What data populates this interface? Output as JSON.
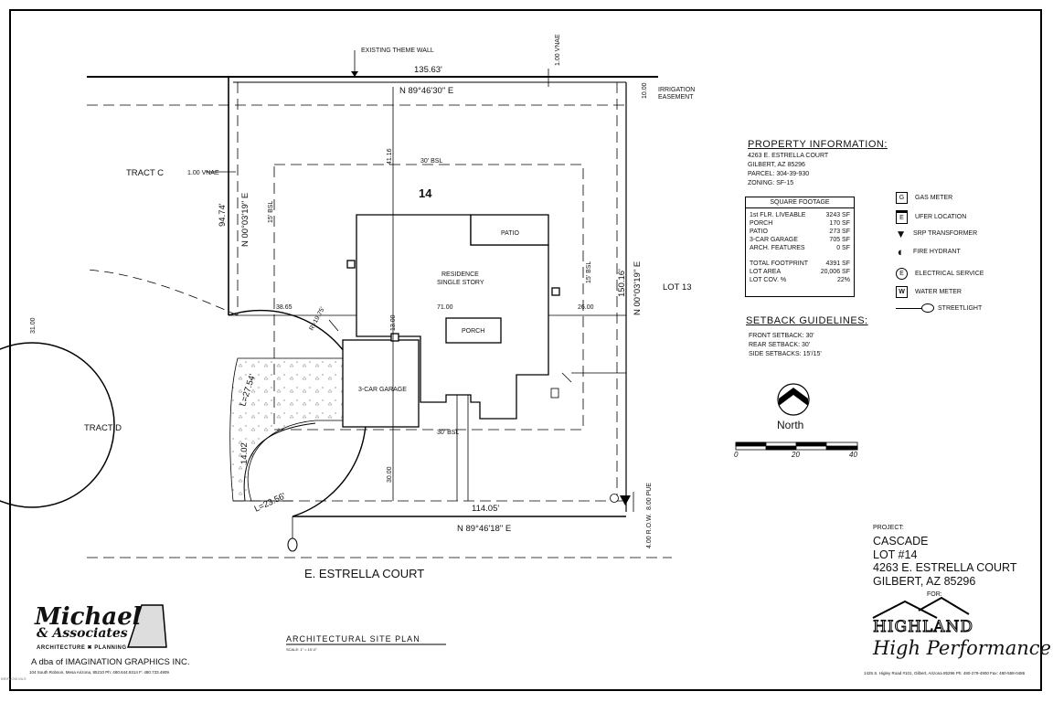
{
  "plan": {
    "existing_wall": "EXISTING THEME WALL",
    "vnae_top": "1.00 VNAE",
    "irrigation": "IRRIGATION",
    "easement": "EASEMENT",
    "dim_10": "10.00",
    "north_len": "135.63'",
    "north_bearing": "N 89°46'30\" E",
    "tract_c": "TRACT C",
    "vnae_left": "1.00 VNAE",
    "dim_9474": "94.74'",
    "west_bearing": "N 00°03'19\" E",
    "bsl_30_rear": "30' BSL",
    "bsl_15_left": "15' BSL",
    "lot_number": "14",
    "dim_4116": "41.16",
    "patio": "PATIO",
    "residence": "RESIDENCE",
    "single_story": "SINGLE STORY",
    "bsl_15_right": "15' BSL",
    "east_len": "150.16'",
    "east_bearing": "N 00°03'19\" E",
    "lot_13": "LOT 13",
    "dim_3865": "38.65",
    "dim_7100": "71.00",
    "dim_2600": "26.00",
    "dim_13": "13.00",
    "porch": "PORCH",
    "garage": "3-CAR GARAGE",
    "dim_3100": "31.00",
    "tract_d": "TRACT D",
    "curve_1": "L=27.54'",
    "dim_1402": "14.02",
    "bsl_30_front": "30' BSL",
    "dim_30": "30.00",
    "curve_2": "L=23.56'",
    "south_len": "114.05'",
    "south_bearing": "N 89°46'18\" E",
    "pue": "8.00 PUE",
    "row": "4.00 R.O.W.",
    "street": "E. ESTRELLA COURT",
    "plan_title": "ARCHITECTURAL SITE PLAN",
    "scale": "SCALE: 1\" = 10'-0\"",
    "north_label": "North",
    "scale_0": "0",
    "scale_20": "20",
    "scale_40": "40"
  },
  "property": {
    "title": "PROPERTY INFORMATION:",
    "lines": [
      "4263 E. ESTRELLA COURT",
      "GILBERT, AZ 85296",
      "PARCEL: 304-39-930",
      "ZONING: SF-15"
    ]
  },
  "sqft": {
    "title": "SQUARE FOOTAGE",
    "rows": [
      {
        "label": "1st FLR. LIVEABLE",
        "value": "3243 SF"
      },
      {
        "label": "PORCH",
        "value": "170 SF"
      },
      {
        "label": "PATIO",
        "value": "273 SF"
      },
      {
        "label": "3-CAR GARAGE",
        "value": "705 SF"
      },
      {
        "label": "ARCH. FEATURES",
        "value": "0 SF"
      }
    ],
    "rows2": [
      {
        "label": "TOTAL FOOTPRINT",
        "value": "4391 SF"
      },
      {
        "label": "LOT AREA",
        "value": "20,006 SF"
      },
      {
        "label": "LOT COV. %",
        "value": "22%"
      }
    ]
  },
  "setback": {
    "title": "SETBACK GUIDELINES:",
    "lines": [
      "FRONT SETBACK: 30'",
      "REAR SETBACK: 30'",
      "SIDE SETBACKS: 15'/15'"
    ]
  },
  "legend": [
    {
      "glyph": "G",
      "label": "GAS METER"
    },
    {
      "glyph": "E",
      "label": "UFER LOCATION"
    },
    {
      "glyph": "▼",
      "label": "SRP TRANSFORMER"
    },
    {
      "glyph": "◐",
      "label": "FIRE HYDRANT"
    },
    {
      "glyph": "E",
      "label": "ELECTRICAL SERVICE"
    },
    {
      "glyph": "W",
      "label": "WATER METER"
    },
    {
      "glyph": "",
      "label": "STREETLIGHT"
    }
  ],
  "project": {
    "label": "PROJECT:",
    "lines": [
      "CASCADE",
      "LOT #14",
      "4263 E. ESTRELLA COURT",
      "GILBERT, AZ 85296"
    ],
    "for": "FOR:"
  },
  "architect": {
    "name1": "Michael",
    "name2": "& Associates",
    "sub": "ARCHITECTURE ✖ PLANNING",
    "dba": "A dba of IMAGINATION GRAPHICS INC.",
    "address": "104 South Robson, Mesa Arizona, 85210   Ph: 480.644.9314   F: 480.733.4909"
  },
  "builder": {
    "name": "HIGHLAND",
    "tag": "High Performance",
    "address": "1425 S. Higley Road #101, Gilbert, Arizona 85296  Ph: 480-279-4900  Fax: 480-558-0486"
  },
  "side_tag": "BRIFLOW MLS"
}
